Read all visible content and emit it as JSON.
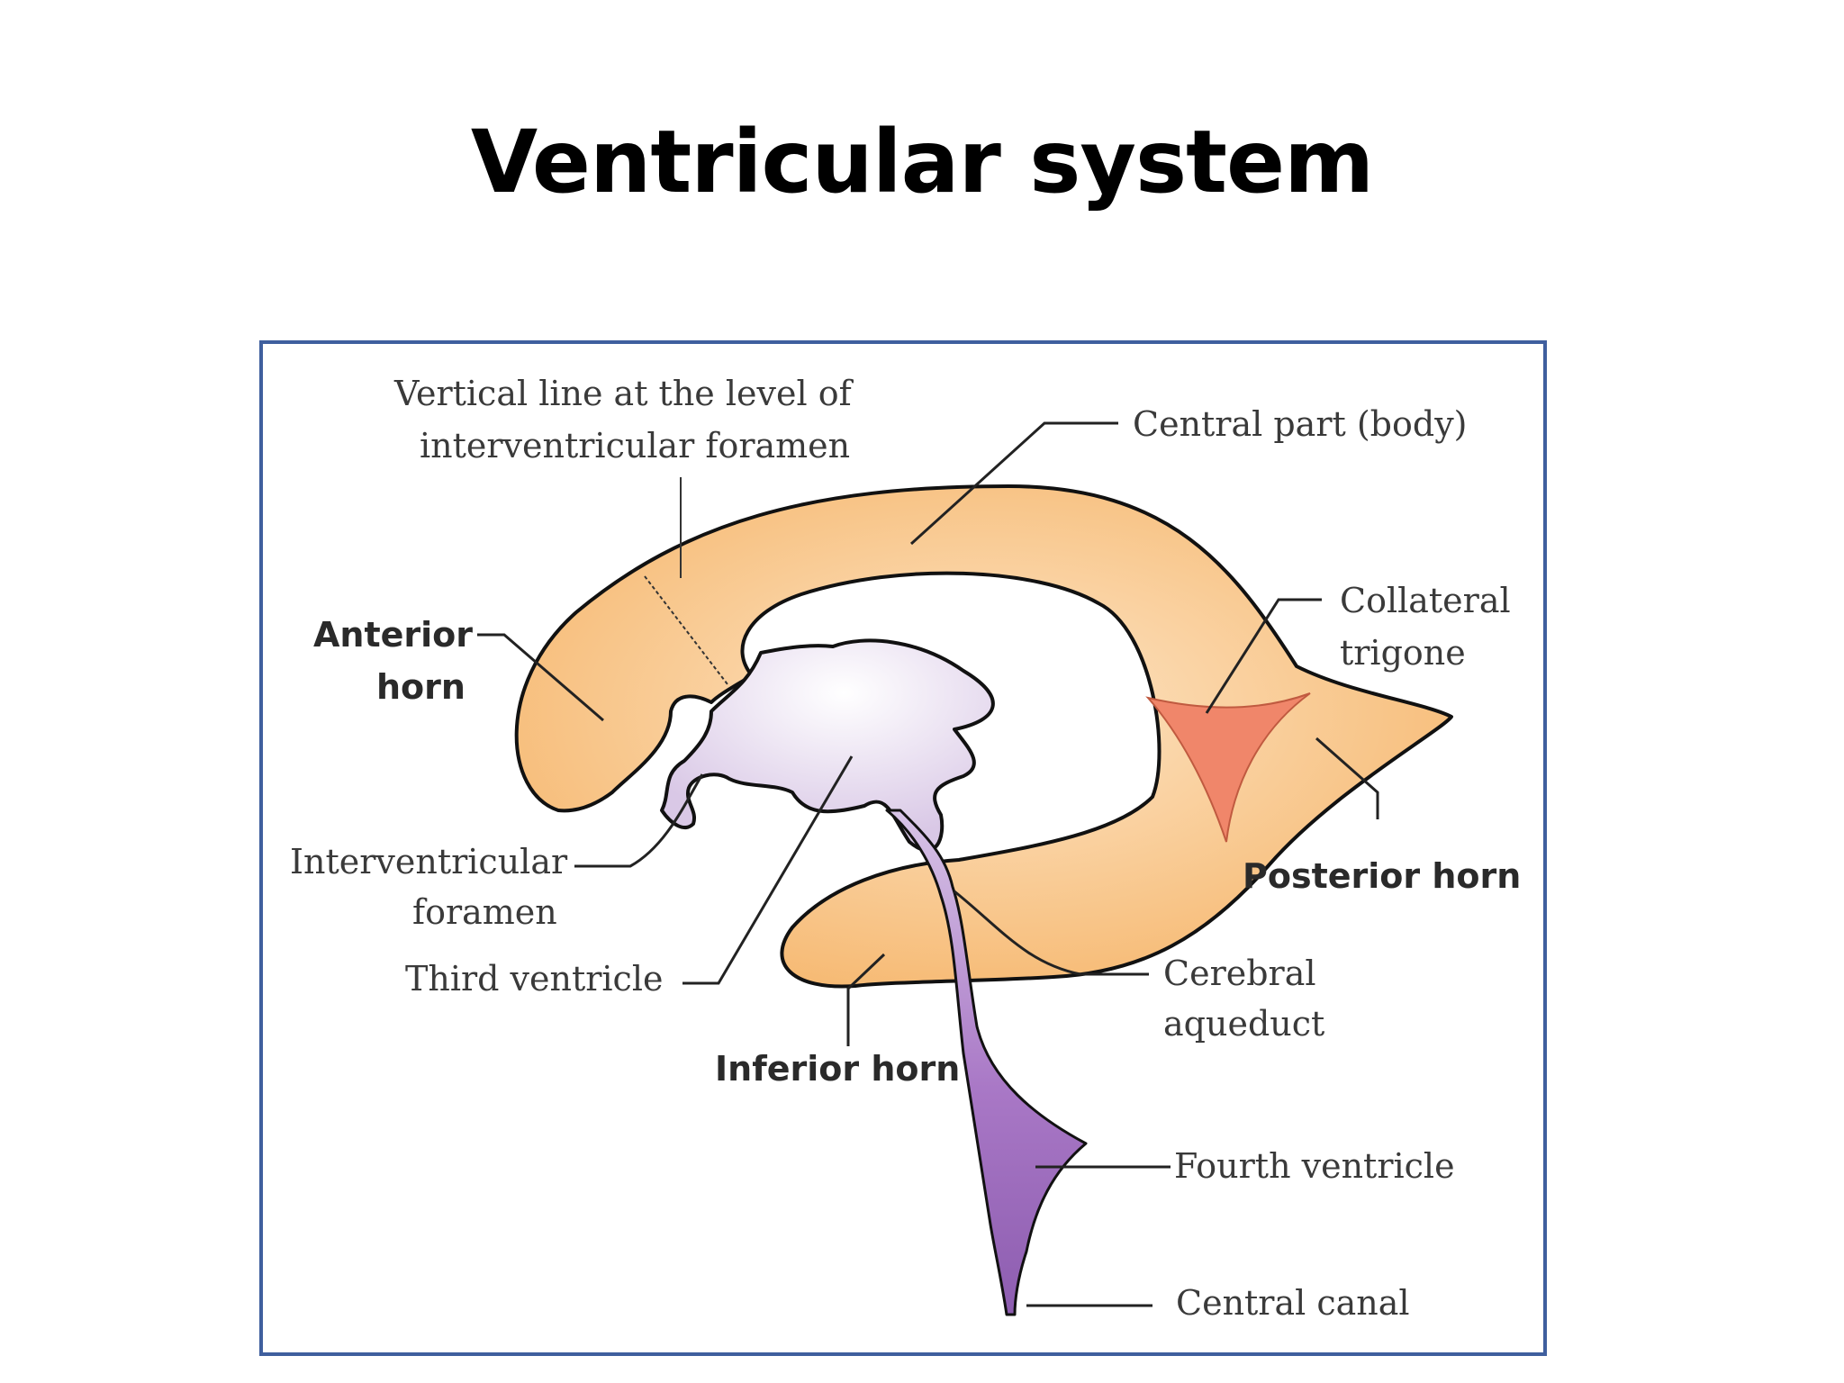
{
  "title": "Ventricular system",
  "diagram": {
    "labels": {
      "vertical_line": [
        "Vertical line at the level of",
        "interventricular foramen"
      ],
      "central_part": "Central part (body)",
      "collateral_trigone": [
        "Collateral",
        "trigone"
      ],
      "anterior_horn": [
        "Anterior",
        "horn"
      ],
      "interventricular_foramen": [
        "Interventricular",
        "foramen"
      ],
      "third_ventricle": "Third ventricle",
      "posterior_horn": "Posterior horn",
      "cerebral_aqueduct": [
        "Cerebral",
        "aqueduct"
      ],
      "inferior_horn": "Inferior horn",
      "fourth_ventricle": "Fourth ventricle",
      "central_canal": "Central canal"
    },
    "colors": {
      "lateral_ventricle": "#f8c88a",
      "third_ventricle": "#e7dcef",
      "fourth_ventricle": "#a678c2",
      "collateral_trigone": "#f0866a",
      "frame_border": "#3f5f9e",
      "outline": "#111111"
    }
  }
}
